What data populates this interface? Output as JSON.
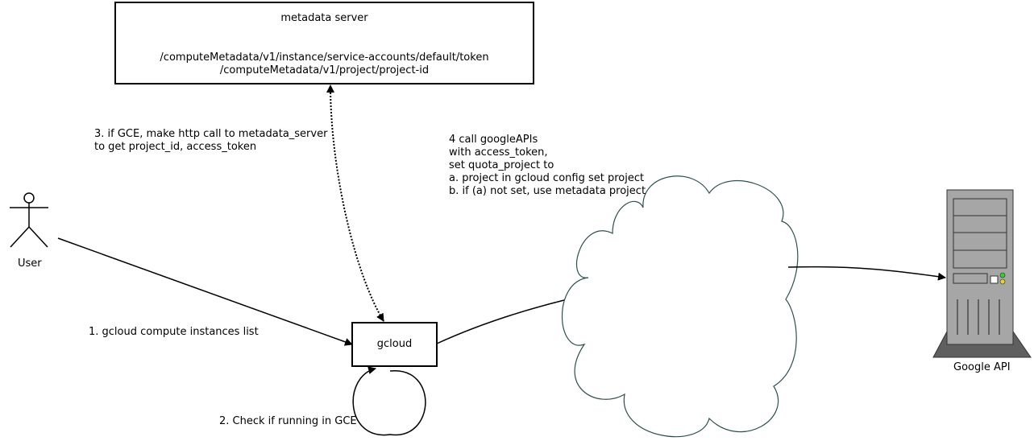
{
  "nodes": {
    "metadata_server": {
      "title": "metadata server",
      "paths": [
        "/computeMetadata/v1/instance/service-accounts/default/token",
        "/computeMetadata/v1/project/project-id"
      ]
    },
    "user": {
      "label": "User"
    },
    "gcloud": {
      "label": "gcloud"
    },
    "google_api": {
      "label": "Google API"
    }
  },
  "steps": {
    "step1": "1. gcloud compute instances list",
    "step2": "2. Check if running in GCE",
    "step3": [
      "3. if GCE, make http call to metadata_server",
      "to get project_id, access_token"
    ],
    "step4": [
      "4  call googleAPIs",
      "with access_token,",
      "set quota_project to",
      "a. project in gcloud config set project",
      "b. if (a) not set, use metadata project"
    ]
  },
  "colors": {
    "cloud_stroke": "#2f4f4f",
    "server_body": "#a6a6a6",
    "server_dark": "#5f5f5f",
    "led_green": "#2fd02f",
    "led_yellow": "#e8d22a"
  }
}
